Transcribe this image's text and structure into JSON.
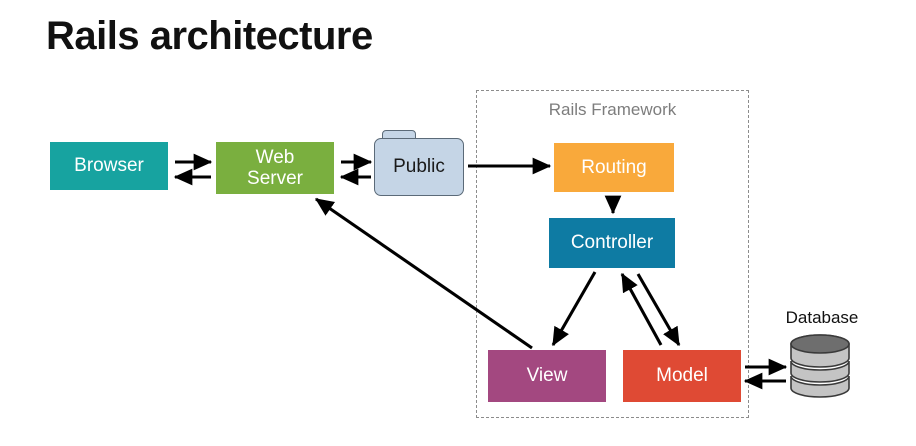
{
  "page": {
    "title": "Rails architecture",
    "background": "#ffffff"
  },
  "framework": {
    "label": "Rails Framework",
    "border_style": "dashed",
    "border_color": "#8c8c8c",
    "label_color": "#7d7d7d"
  },
  "nodes": {
    "browser": {
      "label": "Browser",
      "color": "#17a3a0",
      "text_color": "#ffffff",
      "shape": "rect"
    },
    "web_server": {
      "label": "Web\nServer",
      "label_line1": "Web",
      "label_line2": "Server",
      "color": "#7aaf3f",
      "text_color": "#ffffff",
      "shape": "rect"
    },
    "public": {
      "label": "Public",
      "color": "#c5d5e6",
      "text_color": "#1a1a1a",
      "border_color": "#5b6a78",
      "shape": "folder"
    },
    "routing": {
      "label": "Routing",
      "color": "#f9a93b",
      "text_color": "#ffffff",
      "shape": "rect"
    },
    "controller": {
      "label": "Controller",
      "color": "#0e7ba3",
      "text_color": "#ffffff",
      "shape": "rect"
    },
    "view": {
      "label": "View",
      "color": "#a34880",
      "text_color": "#ffffff",
      "shape": "rect"
    },
    "model": {
      "label": "Model",
      "color": "#df4a34",
      "text_color": "#ffffff",
      "shape": "rect"
    },
    "database": {
      "label": "Database",
      "color": "#c4c4c4",
      "top_color": "#6e6e6e",
      "text_color": "#111111",
      "shape": "cylinder"
    }
  },
  "connections": [
    {
      "from": "browser",
      "to": "web_server",
      "direction": "right"
    },
    {
      "from": "web_server",
      "to": "browser",
      "direction": "left"
    },
    {
      "from": "web_server",
      "to": "public",
      "direction": "right"
    },
    {
      "from": "public",
      "to": "web_server",
      "direction": "left"
    },
    {
      "from": "public",
      "to": "routing",
      "direction": "right"
    },
    {
      "from": "routing",
      "to": "controller",
      "direction": "down"
    },
    {
      "from": "controller",
      "to": "view",
      "direction": "down-left"
    },
    {
      "from": "controller",
      "to": "model",
      "direction": "down-right"
    },
    {
      "from": "model",
      "to": "controller",
      "direction": "up-left"
    },
    {
      "from": "view",
      "to": "web_server",
      "direction": "up-left"
    },
    {
      "from": "model",
      "to": "database",
      "direction": "right"
    },
    {
      "from": "database",
      "to": "model",
      "direction": "left"
    }
  ]
}
